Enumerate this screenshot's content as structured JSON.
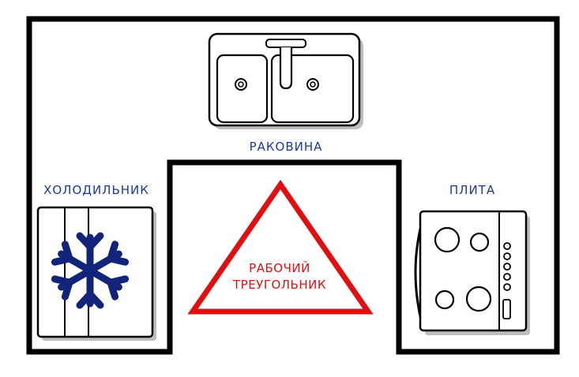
{
  "labels": {
    "sink": "РАКОВИНА",
    "fridge": "ХОЛОДИЛЬНИК",
    "stove": "ПЛИТА",
    "triangle_line1": "РАБОЧИЙ",
    "triangle_line2": "ТРЕУГОЛЬНИК"
  },
  "colors": {
    "outline": "#000000",
    "label_blue": "#1a3a9a",
    "snowflake": "#12237a",
    "triangle_red": "#e01010"
  },
  "icons": {
    "sink": "double-sink-icon",
    "fridge": "snowflake-icon",
    "stove": "cooktop-icon"
  }
}
